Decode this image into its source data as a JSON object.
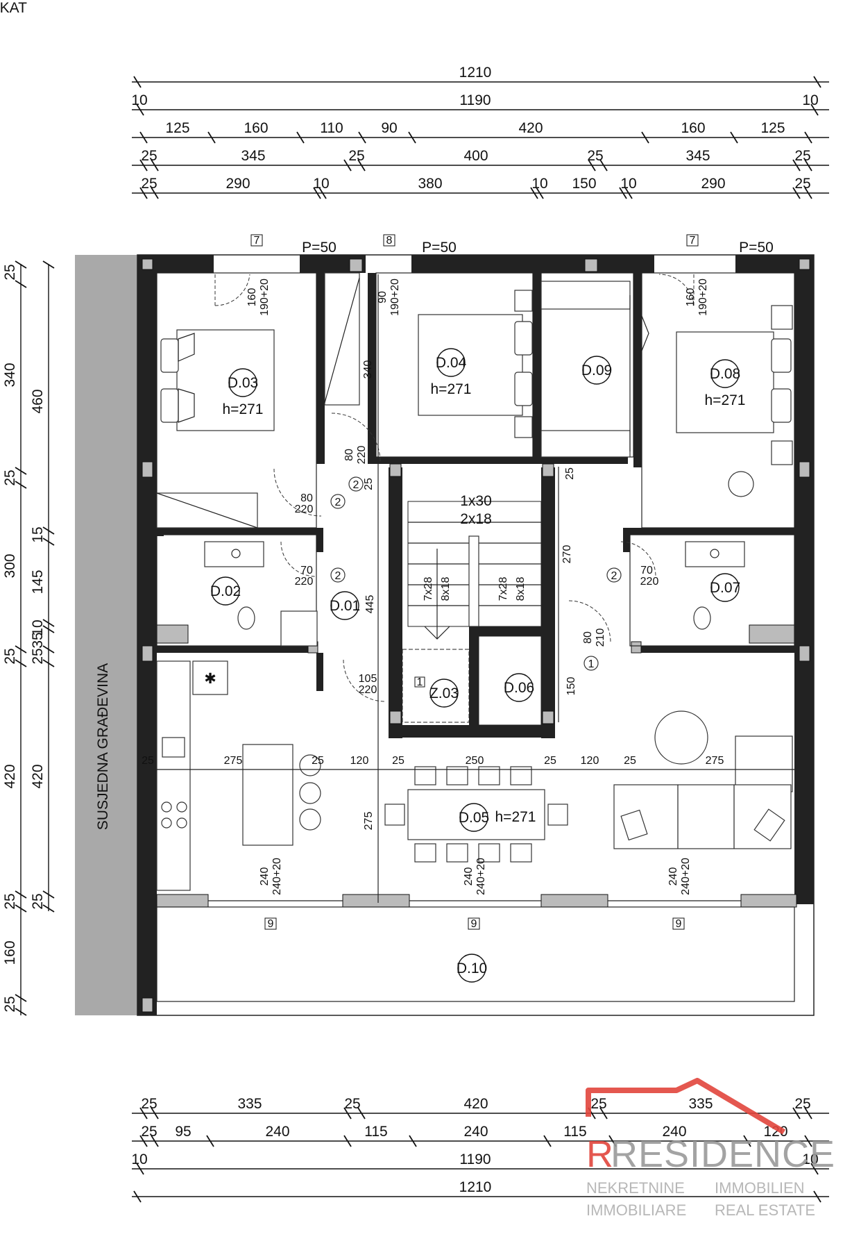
{
  "header": {
    "floor_label": "I.KAT"
  },
  "neighbor_label": "SUSJEDNA GRAĐEVINA",
  "top_dimensions": {
    "row1": [
      "1210"
    ],
    "row2": [
      "10",
      "1190",
      "10"
    ],
    "row3": [
      "125",
      "160",
      "110",
      "90",
      "420",
      "160",
      "125"
    ],
    "row4": [
      "25",
      "345",
      "25",
      "400",
      "25",
      "345",
      "25"
    ],
    "row5": [
      "25",
      "290",
      "10",
      "380",
      "10",
      "150",
      "10",
      "290",
      "25"
    ]
  },
  "bottom_dimensions": {
    "row1": [
      "25",
      "335",
      "25",
      "420",
      "25",
      "335",
      "25"
    ],
    "row2": [
      "25",
      "95",
      "240",
      "115",
      "240",
      "115",
      "240",
      "120"
    ],
    "row3": [
      "10",
      "1190",
      "10"
    ],
    "row4": [
      "1210"
    ]
  },
  "left_dimensions": {
    "outer": [
      "25",
      "340",
      "25",
      "300",
      "25",
      "420",
      "25",
      "160",
      "25"
    ],
    "inner": [
      "460",
      "15",
      "145",
      "10",
      "35",
      "25",
      "420",
      "25"
    ]
  },
  "rooms": [
    {
      "code": "D.03",
      "height": "h=271"
    },
    {
      "code": "D.04",
      "height": "h=271"
    },
    {
      "code": "D.09",
      "height": ""
    },
    {
      "code": "D.08",
      "height": "h=271"
    },
    {
      "code": "D.02",
      "height": ""
    },
    {
      "code": "D.01",
      "height": ""
    },
    {
      "code": "D.07",
      "height": ""
    },
    {
      "code": "Z.03",
      "height": ""
    },
    {
      "code": "D.06",
      "height": ""
    },
    {
      "code": "D.05",
      "height": "h=271"
    },
    {
      "code": "D.10",
      "height": ""
    }
  ],
  "window_tags": {
    "top": [
      "7",
      "8",
      "7"
    ],
    "bottom": [
      "9",
      "9",
      "9"
    ]
  },
  "parapet_labels": [
    "P=50",
    "P=50",
    "P=50"
  ],
  "openings": {
    "w_d03": [
      "160",
      "190+20"
    ],
    "w_d04": [
      "90",
      "190+20"
    ],
    "w_d08": [
      "160",
      "190+20"
    ],
    "bottom_window": [
      "240",
      "240+20"
    ],
    "door_d04": [
      "80",
      "220"
    ],
    "door_d03": [
      "80",
      "220"
    ],
    "door_d02": [
      "70",
      "220"
    ],
    "door_d07": [
      "70",
      "220"
    ],
    "door_z03": [
      "105",
      "220"
    ],
    "door_d06": [
      "80",
      "210"
    ],
    "door_numbers": [
      "2",
      "2",
      "2",
      "2",
      "1",
      "1"
    ]
  },
  "stairs": {
    "tread": "1x30",
    "riser": "2x18",
    "flight_a": [
      "7x28",
      "8x18"
    ],
    "flight_b": [
      "7x28",
      "8x18"
    ]
  },
  "interior_dimensions": {
    "d04_wall": "340",
    "corridor": "445",
    "right_corridor": "270",
    "d06": "150",
    "small_a": "25",
    "small_b": "25",
    "living_row": [
      "25",
      "275",
      "25",
      "120",
      "25",
      "250",
      "25",
      "120",
      "25",
      "275"
    ],
    "living_depth": "275"
  },
  "brand": {
    "name": "RESIDENCE",
    "left_top": "NEKRETNINE",
    "right_top": "IMMOBILIEN",
    "left_bottom": "IMMOBILIARE",
    "right_bottom": "REAL ESTATE",
    "accent_color": "#e2453c",
    "gray_color": "#9a9a9a"
  }
}
